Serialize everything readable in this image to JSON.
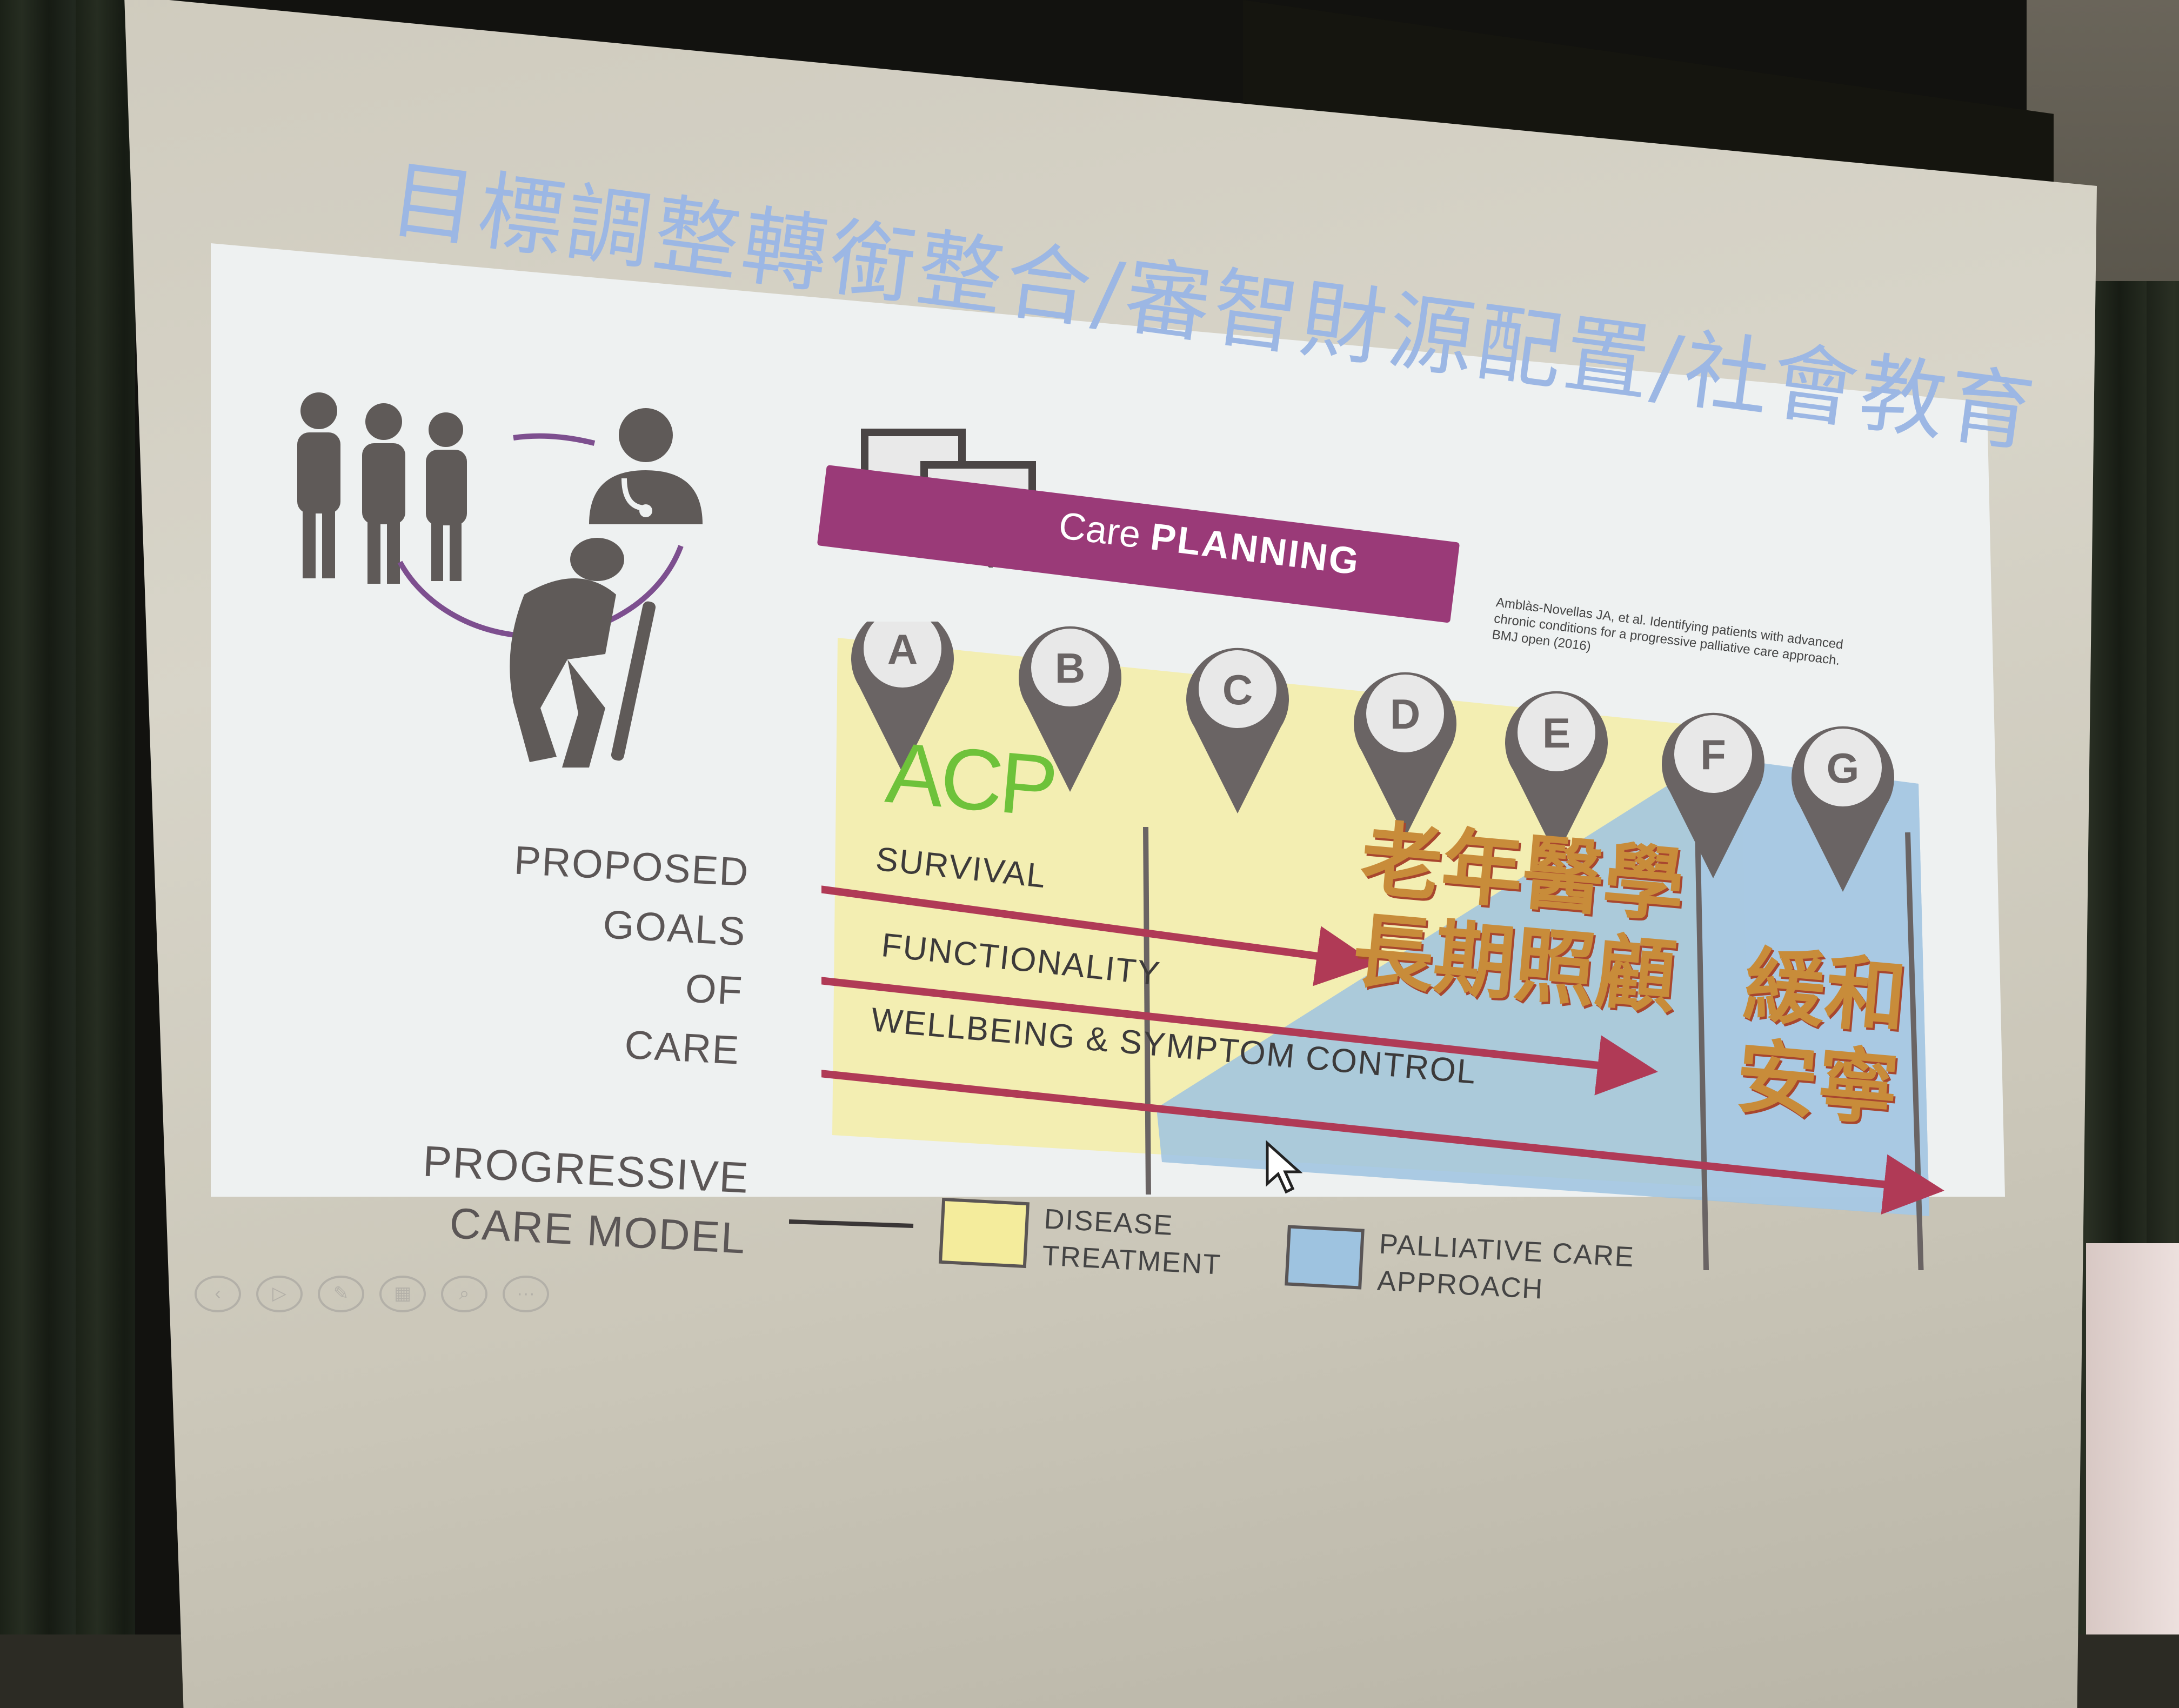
{
  "slide": {
    "title": "目標調整轉銜整合/審智財源配置/社會教育",
    "care_planning": {
      "prefix": "Care",
      "bold": "PLANNING"
    },
    "citation": "Amblàs-Novellas JA, et al. Identifying patients with advanced chronic conditions for a progressive palliative care approach. BMJ open (2016)",
    "acp": "ACP",
    "pins": [
      "A",
      "B",
      "C",
      "D",
      "E",
      "F",
      "G"
    ],
    "goals_label": [
      "PROPOSED",
      "GOALS",
      "OF",
      "CARE"
    ],
    "goals": [
      "SURVIVAL",
      "FUNCTIONALITY",
      "WELLBEING & SYMPTOM CONTROL"
    ],
    "progressive_label": [
      "PROGRESSIVE",
      "CARE MODEL"
    ],
    "legend": {
      "disease": [
        "DISEASE",
        "TREATMENT"
      ],
      "palliative": [
        "PALLIATIVE CARE",
        "APPROACH"
      ]
    },
    "overlay_geriatrics": [
      "老年醫學",
      "長期照顧"
    ],
    "overlay_palliative": [
      "緩和",
      "安寧"
    ],
    "colors": {
      "title": "#9cb7e4",
      "banner": "#9a3a78",
      "disease_fill": "#f4ec9c",
      "palliative_fill": "#9ec3e0",
      "arrow": "#b03a56",
      "pin": "#6a6464",
      "acp": "#6ec23a",
      "overlay_text": "#c88c3a"
    },
    "icons": [
      "family-icon",
      "doctor-icon",
      "elderly-person-icon",
      "speech-bubbles-icon"
    ]
  },
  "toolbar": [
    "previous-icon",
    "play-icon",
    "pen-icon",
    "slides-icon",
    "zoom-icon",
    "more-icon"
  ]
}
